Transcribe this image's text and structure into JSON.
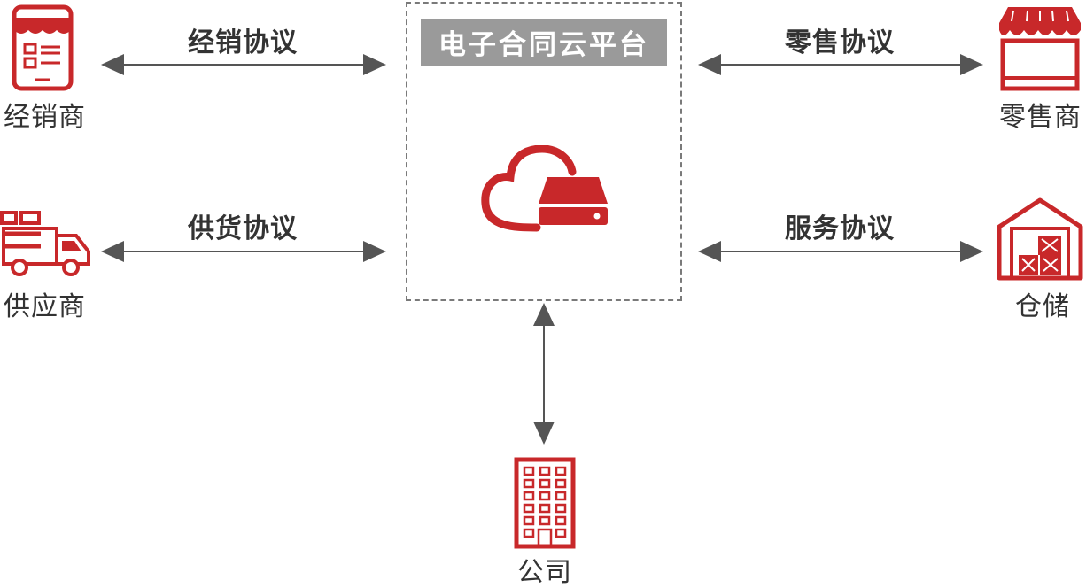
{
  "platform": {
    "title": "电子合同云平台"
  },
  "nodes": {
    "distributor": "经销商",
    "supplier": "供应商",
    "retailer": "零售商",
    "warehouse": "仓储",
    "company": "公司"
  },
  "edges": {
    "distribution_agreement": "经销协议",
    "supply_agreement": "供货协议",
    "retail_agreement": "零售协议",
    "service_agreement": "服务协议"
  },
  "colors": {
    "accent": "#c8282a",
    "arrow": "#555555",
    "box_title_bg": "#9a9a9a"
  },
  "icons": [
    "mobile-shop-icon",
    "delivery-truck-icon",
    "storefront-icon",
    "warehouse-icon",
    "office-building-icon",
    "cloud-server-icon"
  ]
}
